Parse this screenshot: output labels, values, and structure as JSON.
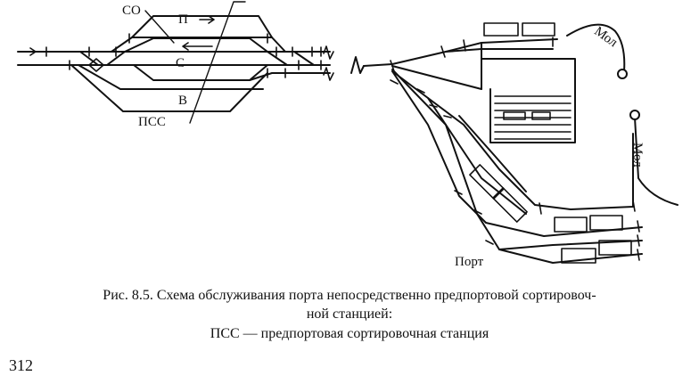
{
  "station": {
    "labels": {
      "co": "СО",
      "p": "П",
      "c": "С",
      "b": "В",
      "pss": "ПСС"
    }
  },
  "port": {
    "labels": {
      "port": "Порт",
      "mol_top": "Мол",
      "mol_right": "Мол"
    }
  },
  "caption": {
    "line1": "Рис. 8.5. Схема обслуживания порта непосредственно предпортовой сортировоч-",
    "line2": "ной станцией:",
    "line3": "ПСС — предпортовая сортировочная станция"
  },
  "page_number": "312"
}
